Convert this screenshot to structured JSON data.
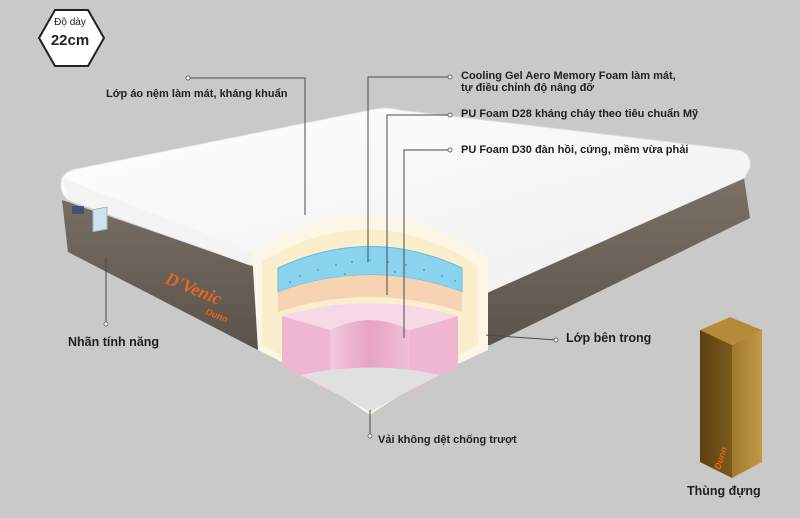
{
  "badge": {
    "label": "Độ dày",
    "value": "22cm"
  },
  "callouts": {
    "cover": "Lớp áo nệm làm mát, kháng khuẩn",
    "gel_line1": "Cooling Gel Aero Memory Foam làm mát,",
    "gel_line2": "tự điều chỉnh độ nâng đỡ",
    "d28": "PU Foam D28 kháng cháy theo tiêu chuẩn Mỹ",
    "d30": "PU Foam D30 đàn hồi, cứng, mềm vừa phải",
    "feature_label": "Nhãn tính năng",
    "inner_layer": "Lớp bên trong",
    "nonslip": "Vải không dệt chống trượt",
    "box": "Thùng đựng"
  },
  "brand": {
    "name": "D'Venic",
    "sub": "Dunn",
    "box_mark": "Dunn"
  },
  "colors": {
    "background": "#c9c9c7",
    "mattress_top": "#fbfbfb",
    "mattress_side": "#6b6258",
    "brand_orange": "#e8661f",
    "gel_blue": "#8ad3ee",
    "foam_peach": "#f6d3b2",
    "foam_pink": "#ebaecd",
    "base_gray": "#d9d9d9",
    "box_brown": "#7a5a1e"
  }
}
